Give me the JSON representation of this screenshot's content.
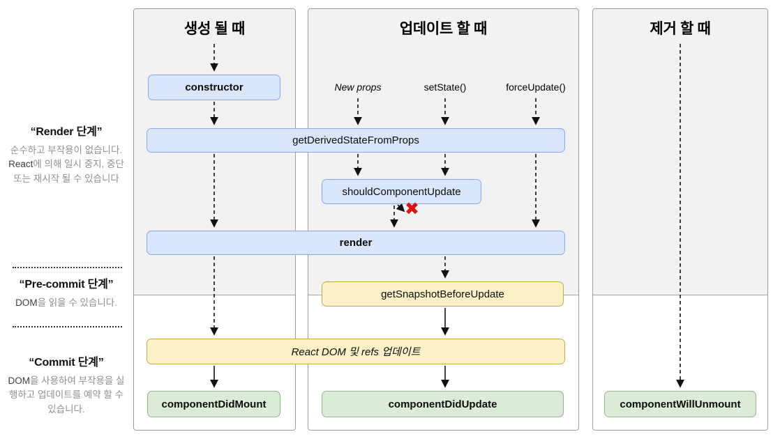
{
  "columns": [
    {
      "title": "생성 될 때"
    },
    {
      "title": "업데이트 할 때"
    },
    {
      "title": "제거 할 때"
    }
  ],
  "update_triggers": [
    {
      "label": "New props"
    },
    {
      "label": "setState()"
    },
    {
      "label": "forceUpdate()"
    }
  ],
  "phases": [
    {
      "title": "“Render 단계”",
      "desc_pre": "순수하고 부작용이 없습니다. ",
      "desc_keyword": "React",
      "desc_post": "에 의해 일시 중지, 중단 또는 재시작 될 수 있습니다"
    },
    {
      "title": "“Pre-commit 단계”",
      "desc_pre": "",
      "desc_keyword": "DOM",
      "desc_post": "을 읽을 수 있습니다."
    },
    {
      "title": "“Commit 단계”",
      "desc_pre": "",
      "desc_keyword": "DOM",
      "desc_post": "을 사용하여 부작용을 실행하고 업데이트를 예약 할 수 있습니다."
    }
  ],
  "nodes": {
    "constructor": "constructor",
    "getDerivedStateFromProps": "getDerivedStateFromProps",
    "shouldComponentUpdate": "shouldComponentUpdate",
    "render": "render",
    "getSnapshotBeforeUpdate": "getSnapshotBeforeUpdate",
    "reactDomUpdate": "React DOM 및 refs 업데이트",
    "componentDidMount": "componentDidMount",
    "componentDidUpdate": "componentDidUpdate",
    "componentWillUnmount": "componentWillUnmount"
  },
  "icons": {
    "skip_update_x": "✖"
  },
  "colors": {
    "blue_fill": "#d8e5fb",
    "blue_border": "#84a7ee",
    "yellow_fill": "#fcf0c6",
    "yellow_border": "#c9a648",
    "green_fill": "#dcebd8",
    "green_border": "#8eb487",
    "stop_x_red": "#dd1111",
    "panel_gray": "#f2f2f3",
    "panel_border": "#9b9b9b",
    "desc_gray": "#8f8f8f"
  }
}
